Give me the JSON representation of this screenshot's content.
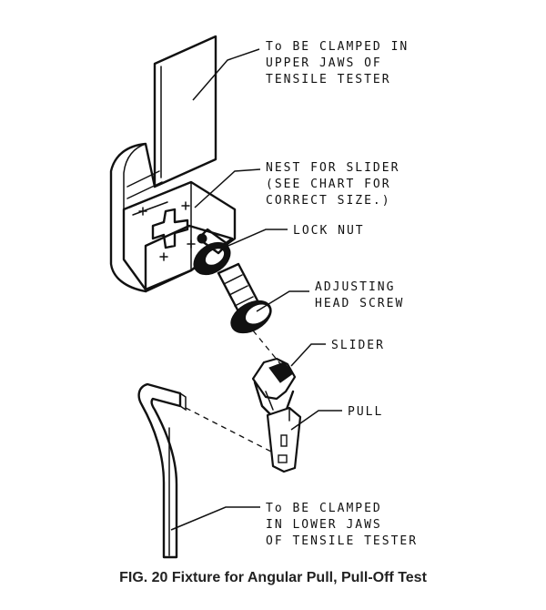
{
  "figure": {
    "caption": "FIG. 20 Fixture for Angular Pull, Pull-Off Test",
    "labels": {
      "upper_clamp": [
        "To BE CLAMPED IN",
        "UPPER JAWS OF",
        "TENSILE TESTER"
      ],
      "nest": [
        "NEST FOR SLIDER",
        "(SEE CHART FOR",
        "CORRECT SIZE.)"
      ],
      "lock_nut": [
        "LOCK NUT"
      ],
      "adjusting_screw": [
        "ADJUSTING",
        "HEAD SCREW"
      ],
      "slider": [
        "SLIDER"
      ],
      "pull": [
        "PULL"
      ],
      "lower_clamp": [
        "To BE CLAMPED",
        "IN LOWER JAWS",
        "OF TENSILE TESTER"
      ]
    }
  }
}
